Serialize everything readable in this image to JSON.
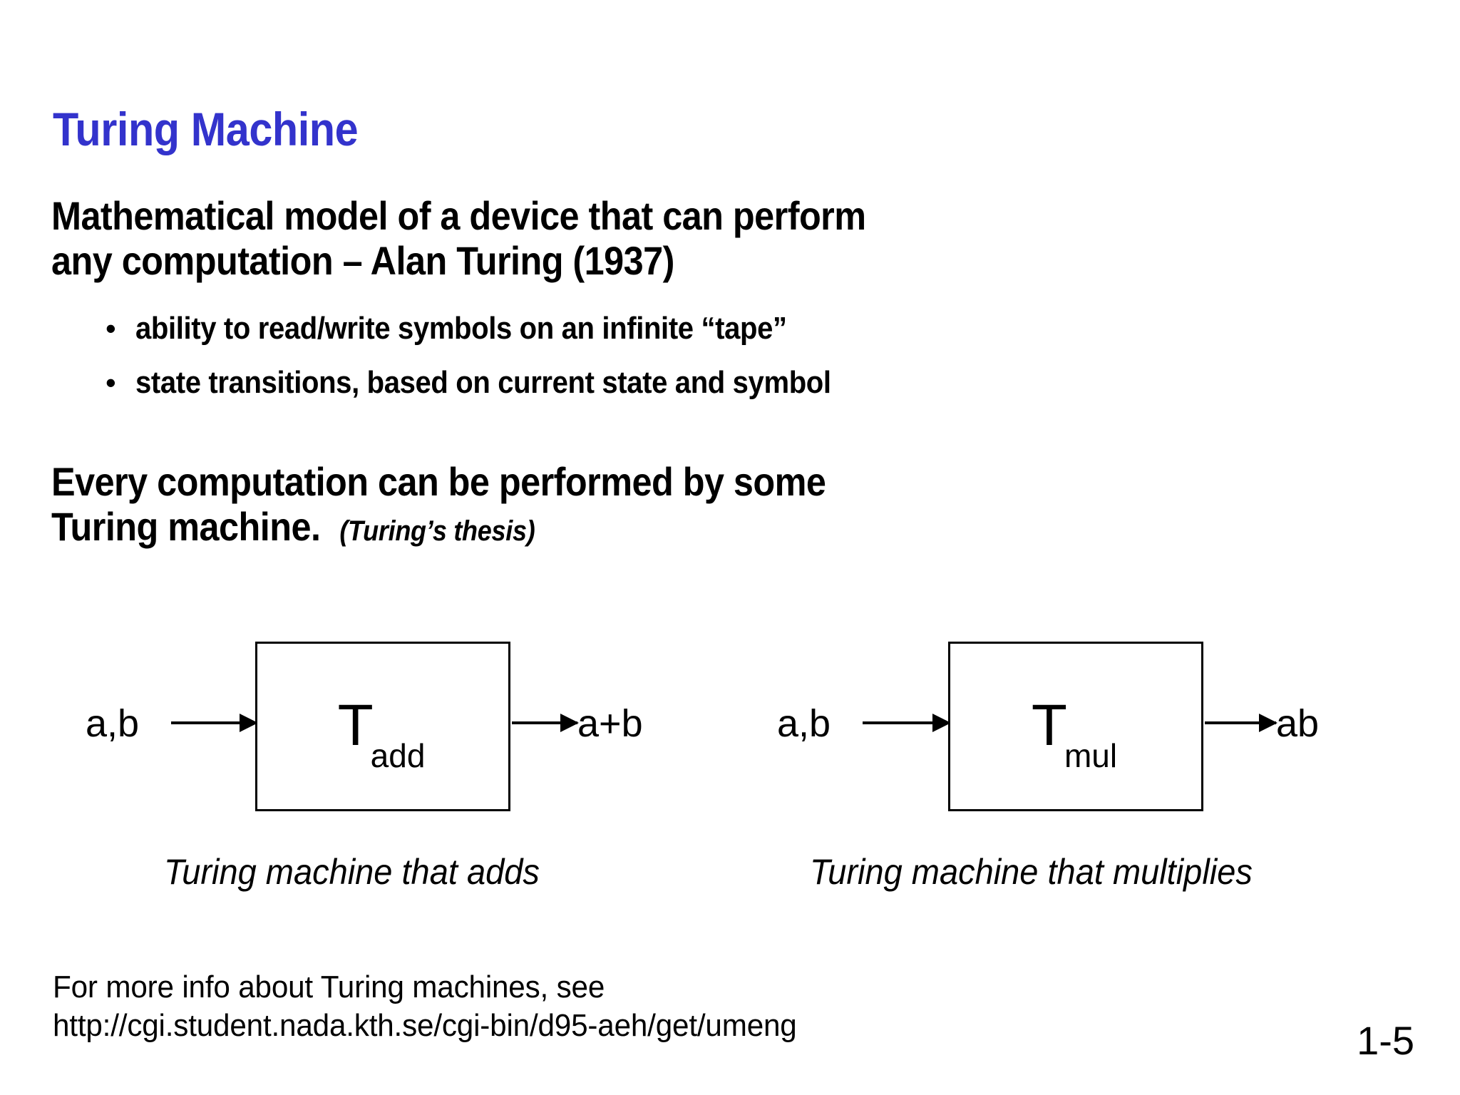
{
  "slide": {
    "title": "Turing Machine",
    "title_color": "#3333CC",
    "background_color": "#FFFFFF",
    "text_color": "#000000",
    "page_number": "1-5"
  },
  "intro": {
    "line1": "Mathematical model of a device that can perform",
    "line2": "any computation – Alan Turing (1937)"
  },
  "bullets": [
    {
      "marker": "•",
      "text": "ability to read/write symbols on an infinite “tape”"
    },
    {
      "marker": "•",
      "text": "state transitions, based on current state and symbol"
    }
  ],
  "thesis": {
    "line1": "Every computation can be performed by some",
    "line2": "Turing machine.",
    "note": "(Turing’s thesis)"
  },
  "diagrams": [
    {
      "input_label": "a,b",
      "box_base": "T",
      "box_subscript": "add",
      "output_label": "a+b",
      "caption": "Turing machine that adds"
    },
    {
      "input_label": "a,b",
      "box_base": "T",
      "box_subscript": "mul",
      "output_label": "ab",
      "caption": "Turing machine that multiplies"
    }
  ],
  "footer": {
    "line1": "For more info about Turing machines, see",
    "line2": "http://cgi.student.nada.kth.se/cgi-bin/d95-aeh/get/umeng"
  }
}
